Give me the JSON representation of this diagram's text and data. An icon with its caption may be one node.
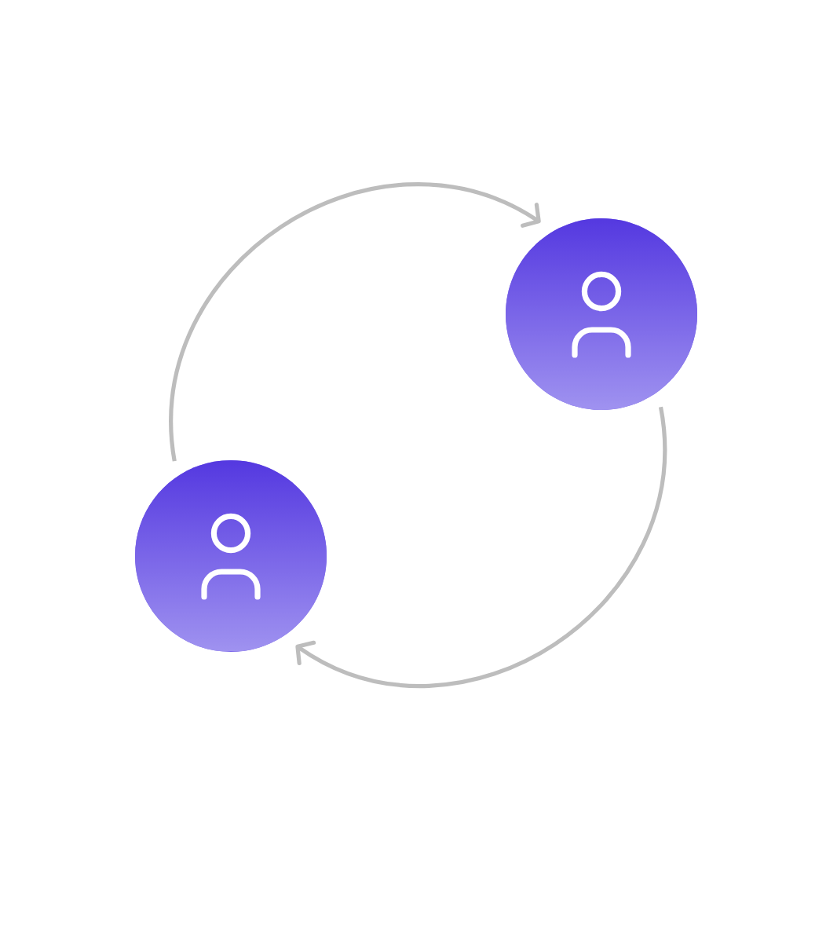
{
  "diagram": {
    "nodes": [
      {
        "text": [],
        "shape": "person"
      },
      {
        "text": [],
        "shape": "person"
      }
    ],
    "edges": [
      {
        "from": 1,
        "to": 0,
        "arrow": "to"
      },
      {
        "from": 0,
        "to": 1,
        "arrow": "to"
      }
    ]
  }
}
